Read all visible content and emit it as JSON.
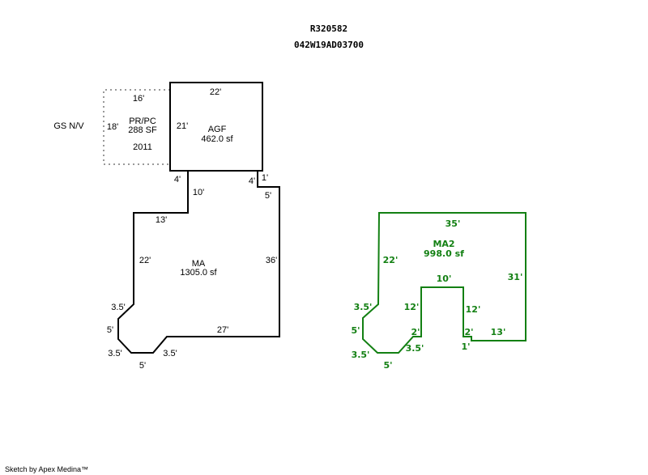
{
  "header": {
    "parcel_id": "R320582",
    "map_number": "042W19AD03700"
  },
  "colors": {
    "outline": "#000000",
    "porch_outline": "#999999",
    "ma2_outline": "#138013",
    "ma2_text": "#138013"
  },
  "annotations": {
    "gs_note": "GS N/V",
    "credit": "Sketch by Apex Medina™"
  },
  "areas": {
    "porch": {
      "code": "PR/PC",
      "area": "288 SF",
      "year": "2011",
      "dims": {
        "top": "16'",
        "left": "18'"
      }
    },
    "agf": {
      "code": "AGF",
      "area": "462.0 sf",
      "dims": {
        "top": "22'",
        "left": "21'",
        "bottom_left": "4'",
        "bottom_right": "4'"
      }
    },
    "ma": {
      "code": "MA",
      "area": "1305.0 sf",
      "dims": {
        "d10": "10'",
        "d13": "13'",
        "d22": "22'",
        "d35a": "3.5'",
        "d5a": "5'",
        "d35b": "3.5'",
        "d5b": "5'",
        "d35c": "3.5'",
        "d27": "27'",
        "d36": "36'",
        "d5c": "5'",
        "d1": "1'"
      }
    },
    "ma2": {
      "code": "MA2",
      "area": "998.0 sf",
      "dims": {
        "d35": "35'",
        "d31": "31'",
        "d13": "13'",
        "d1": "1'",
        "d2r": "2'",
        "d12r": "12'",
        "d10": "10'",
        "d12l": "12'",
        "d2l": "2'",
        "d35c": "3.5'",
        "d5b": "5'",
        "d35b": "3.5'",
        "d5a": "5'",
        "d35a": "3.5'",
        "d22": "22'"
      }
    }
  }
}
